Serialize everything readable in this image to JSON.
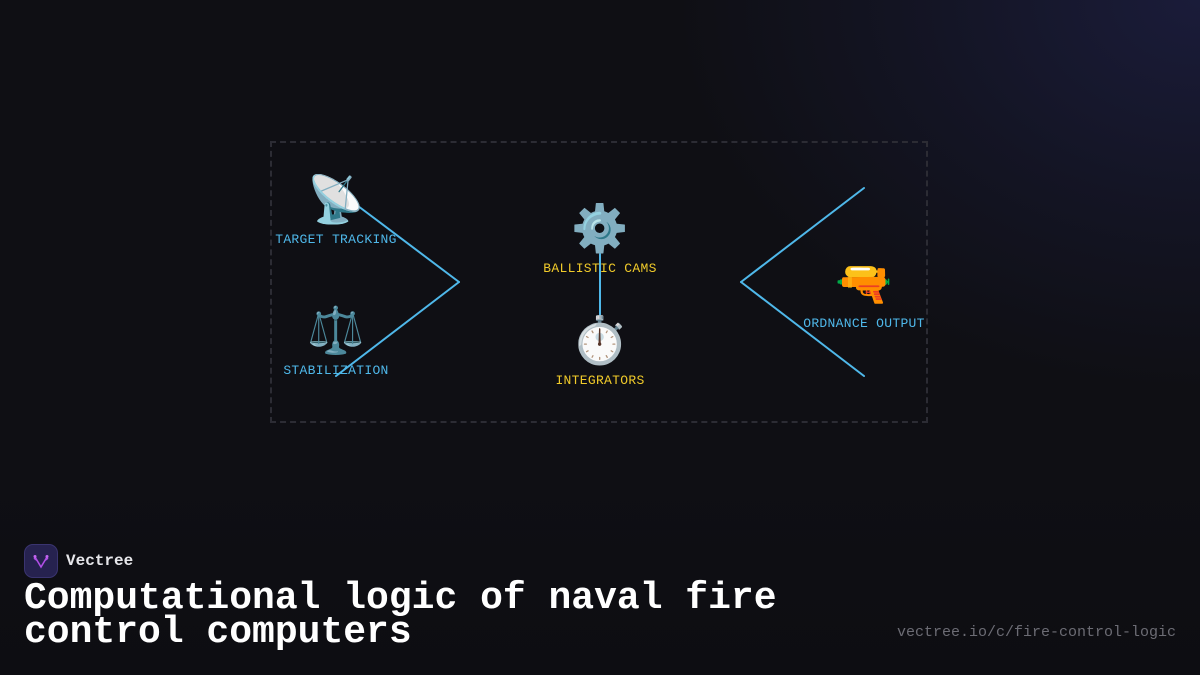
{
  "diagram": {
    "nodes": [
      {
        "id": "target_tracking",
        "label": "TARGET TRACKING",
        "icon": "📡",
        "icon_name": "satellite-antenna-icon",
        "color": "#4fb8ea"
      },
      {
        "id": "stabilization",
        "label": "STABILIZATION",
        "icon": "⚖️",
        "icon_name": "balance-scale-icon",
        "color": "#4fb8ea"
      },
      {
        "id": "ballistic_cams",
        "label": "BALLISTIC CAMS",
        "icon": "⚙️",
        "icon_name": "gear-icon",
        "color": "#f1cb2a"
      },
      {
        "id": "integrators",
        "label": "INTEGRATORS",
        "icon": "⏱️",
        "icon_name": "stopwatch-icon",
        "color": "#f1cb2a"
      },
      {
        "id": "ordnance_output",
        "label": "ORDNANCE OUTPUT",
        "icon": "🔫",
        "icon_name": "water-pistol-icon",
        "color": "#4fb8ea"
      }
    ],
    "edges": [
      {
        "from": "target_tracking",
        "to": "merge_left"
      },
      {
        "from": "stabilization",
        "to": "merge_left"
      },
      {
        "from": "ballistic_cams",
        "to": "integrators"
      },
      {
        "from": "split_right",
        "to": "ordnance_output_top"
      },
      {
        "from": "split_right",
        "to": "ordnance_output_bottom"
      }
    ],
    "edge_color": "#4fb8ea"
  },
  "footer": {
    "brand_name": "Vectree",
    "title": "Computational logic of naval fire control computers",
    "url": "vectree.io/c/fire-control-logic"
  }
}
